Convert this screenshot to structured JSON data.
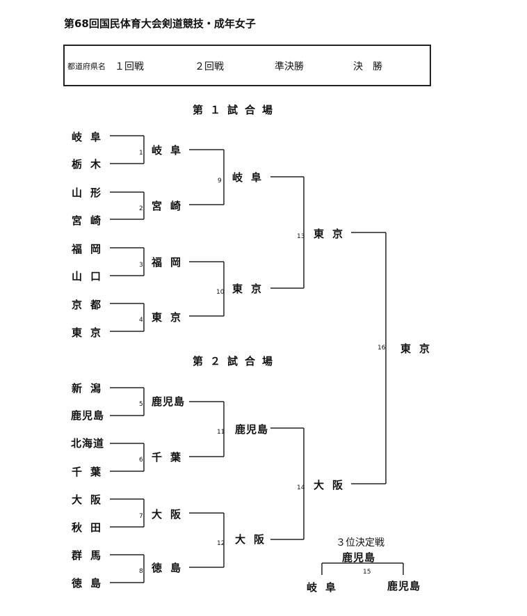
{
  "title": "第68回国民体育大会剣道競技・成年女子",
  "header": {
    "prefecture": "都道府県名",
    "round1": "１回戦",
    "round2": "２回戦",
    "semifinal": "準決勝",
    "final": "決　勝"
  },
  "venues": {
    "v1": "第１試合場",
    "v2": "第２試合場"
  },
  "entrants": [
    "岐阜",
    "栃木",
    "山形",
    "宮崎",
    "福岡",
    "山口",
    "京都",
    "東京",
    "新潟",
    "鹿児島",
    "北海道",
    "千葉",
    "大阪",
    "秋田",
    "群馬",
    "徳島"
  ],
  "round1_winners": [
    "岐阜",
    "宮崎",
    "福岡",
    "東京",
    "鹿児島",
    "千葉",
    "大阪",
    "徳島"
  ],
  "round2_winners": [
    "岐阜",
    "東京",
    "鹿児島",
    "大阪"
  ],
  "semifinal_winners": [
    "東京",
    "大阪"
  ],
  "champion": "東京",
  "match_numbers": [
    "1",
    "2",
    "3",
    "4",
    "5",
    "6",
    "7",
    "8",
    "9",
    "10",
    "11",
    "12",
    "13",
    "14",
    "15",
    "16"
  ],
  "third_place": {
    "label": "３位決定戦",
    "winner": "鹿児島",
    "left": "岐阜",
    "right": "鹿児島",
    "match": "15"
  }
}
